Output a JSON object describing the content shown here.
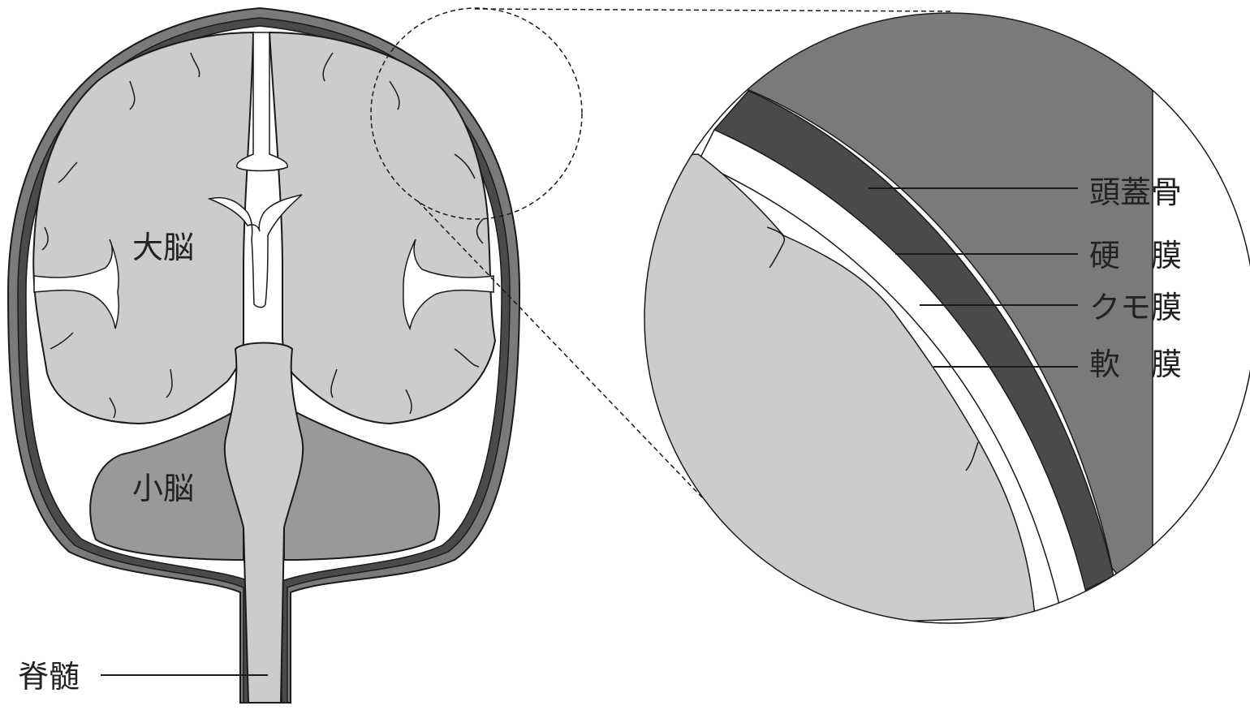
{
  "labels": {
    "cerebrum": "大脳",
    "cerebellum": "小脳",
    "spinal_cord": "脊髄",
    "skull": "頭蓋骨",
    "dura": "硬　膜",
    "arachnoid": "クモ膜",
    "pia": "軟　膜"
  },
  "colors": {
    "skull": "#7a7a7a",
    "dura": "#4a4a4a",
    "brain": "#cccccc",
    "cerebellum": "#999999",
    "outline": "#1a1a1a"
  }
}
